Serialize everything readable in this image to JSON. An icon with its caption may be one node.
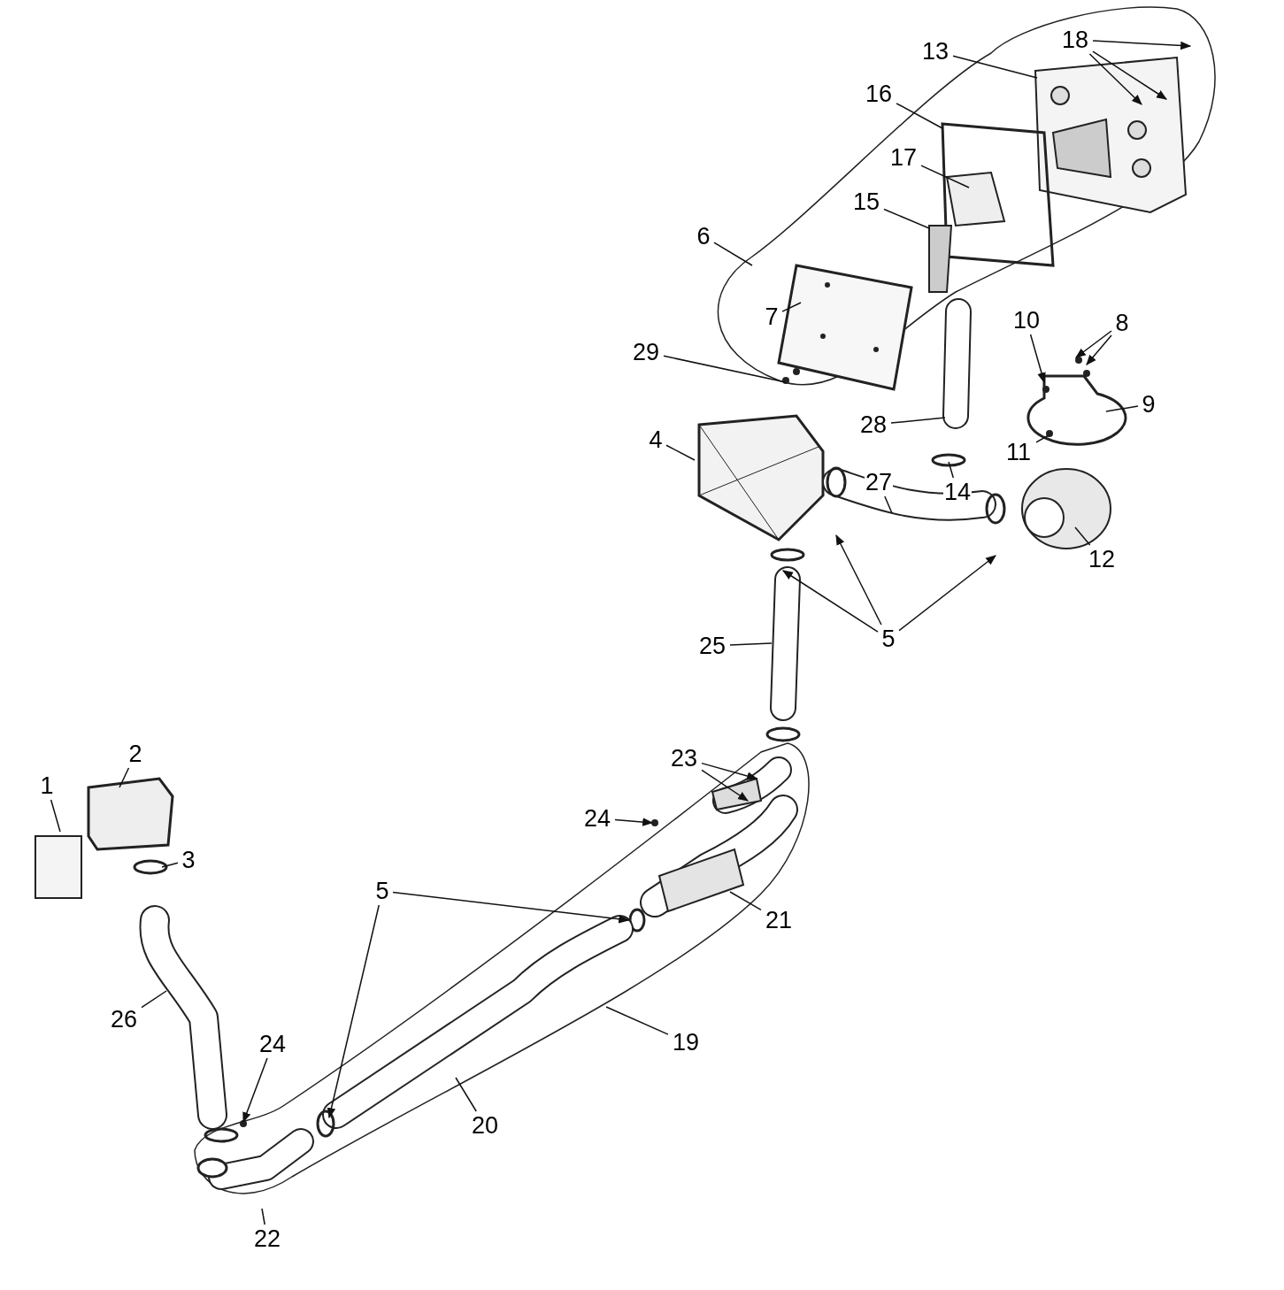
{
  "diagram": {
    "nodes": [
      {
        "text": [
          "1"
        ]
      },
      {
        "text": [
          "2"
        ]
      },
      {
        "text": [
          "3"
        ]
      },
      {
        "text": [
          "4"
        ]
      },
      {
        "text": [
          "5"
        ]
      },
      {
        "text": [
          "5"
        ]
      },
      {
        "text": [
          "6"
        ]
      },
      {
        "text": [
          "7"
        ]
      },
      {
        "text": [
          "8"
        ]
      },
      {
        "text": [
          "9"
        ]
      },
      {
        "text": [
          "10"
        ]
      },
      {
        "text": [
          "11"
        ]
      },
      {
        "text": [
          "12"
        ]
      },
      {
        "text": [
          "13"
        ]
      },
      {
        "text": [
          "14"
        ]
      },
      {
        "text": [
          "15"
        ]
      },
      {
        "text": [
          "16"
        ]
      },
      {
        "text": [
          "17"
        ]
      },
      {
        "text": [
          "18"
        ]
      },
      {
        "text": [
          "19"
        ]
      },
      {
        "text": [
          "20"
        ]
      },
      {
        "text": [
          "21"
        ]
      },
      {
        "text": [
          "22"
        ]
      },
      {
        "text": [
          "23"
        ]
      },
      {
        "text": [
          "24"
        ]
      },
      {
        "text": [
          "24"
        ]
      },
      {
        "text": [
          "25"
        ]
      },
      {
        "text": [
          "26"
        ]
      },
      {
        "text": [
          "27"
        ]
      },
      {
        "text": [
          "28"
        ]
      },
      {
        "text": [
          "29"
        ]
      }
    ],
    "edges": [
      {
        "from": 0,
        "to": null,
        "arrow": "none"
      },
      {
        "from": 1,
        "to": null,
        "arrow": "none"
      },
      {
        "from": 2,
        "to": null,
        "arrow": "none"
      },
      {
        "from": 3,
        "to": null,
        "arrow": "none"
      },
      {
        "from": 4,
        "to": null,
        "arrow": "to"
      },
      {
        "from": 4,
        "to": null,
        "arrow": "to"
      },
      {
        "from": 4,
        "to": null,
        "arrow": "to"
      },
      {
        "from": 5,
        "to": null,
        "arrow": "to"
      },
      {
        "from": 5,
        "to": null,
        "arrow": "to"
      },
      {
        "from": 6,
        "to": null,
        "arrow": "none"
      },
      {
        "from": 7,
        "to": null,
        "arrow": "none"
      },
      {
        "from": 8,
        "to": null,
        "arrow": "to"
      },
      {
        "from": 8,
        "to": null,
        "arrow": "to"
      },
      {
        "from": 9,
        "to": null,
        "arrow": "none"
      },
      {
        "from": 10,
        "to": null,
        "arrow": "to"
      },
      {
        "from": 11,
        "to": null,
        "arrow": "none"
      },
      {
        "from": 12,
        "to": null,
        "arrow": "none"
      },
      {
        "from": 13,
        "to": null,
        "arrow": "none"
      },
      {
        "from": 14,
        "to": null,
        "arrow": "none"
      },
      {
        "from": 15,
        "to": null,
        "arrow": "none"
      },
      {
        "from": 16,
        "to": null,
        "arrow": "none"
      },
      {
        "from": 17,
        "to": null,
        "arrow": "none"
      },
      {
        "from": 18,
        "to": null,
        "arrow": "to"
      },
      {
        "from": 18,
        "to": null,
        "arrow": "to"
      },
      {
        "from": 18,
        "to": null,
        "arrow": "to"
      },
      {
        "from": 19,
        "to": null,
        "arrow": "none"
      },
      {
        "from": 20,
        "to": null,
        "arrow": "none"
      },
      {
        "from": 21,
        "to": null,
        "arrow": "none"
      },
      {
        "from": 22,
        "to": null,
        "arrow": "none"
      },
      {
        "from": 23,
        "to": null,
        "arrow": "to"
      },
      {
        "from": 23,
        "to": null,
        "arrow": "to"
      },
      {
        "from": 24,
        "to": null,
        "arrow": "to"
      },
      {
        "from": 25,
        "to": null,
        "arrow": "to"
      },
      {
        "from": 26,
        "to": null,
        "arrow": "none"
      },
      {
        "from": 27,
        "to": null,
        "arrow": "none"
      },
      {
        "from": 28,
        "to": null,
        "arrow": "none"
      },
      {
        "from": 29,
        "to": null,
        "arrow": "none"
      },
      {
        "from": 30,
        "to": null,
        "arrow": "none"
      }
    ]
  }
}
